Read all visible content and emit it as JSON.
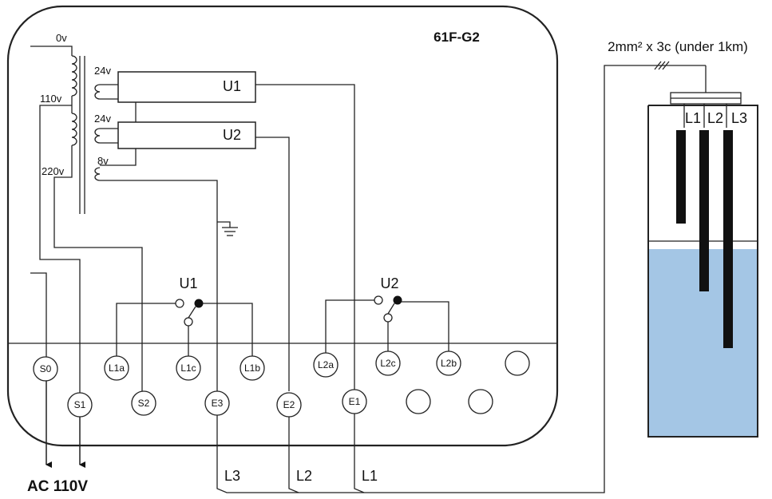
{
  "controller": {
    "model": "61F-G2",
    "transformer_taps": [
      "0v",
      "110v",
      "220v"
    ],
    "secondary_taps": [
      "24v",
      "24v",
      "8v"
    ],
    "units": [
      "U1",
      "U2"
    ],
    "switch_labels": [
      "U1",
      "U2"
    ]
  },
  "terminals": [
    "S0",
    "S1",
    "S2",
    "E3",
    "E2",
    "E1",
    "L1a",
    "L1c",
    "L1b",
    "L2a",
    "L2c",
    "L2b"
  ],
  "supply_label": "AC 110V",
  "cable_label": "2mm² x 3c (under 1km)",
  "wire_labels": [
    "L3",
    "L2",
    "L1"
  ],
  "electrodes": [
    "L1",
    "L2",
    "L3"
  ],
  "colors": {
    "water": "#a4c6e5",
    "line": "#222222"
  }
}
